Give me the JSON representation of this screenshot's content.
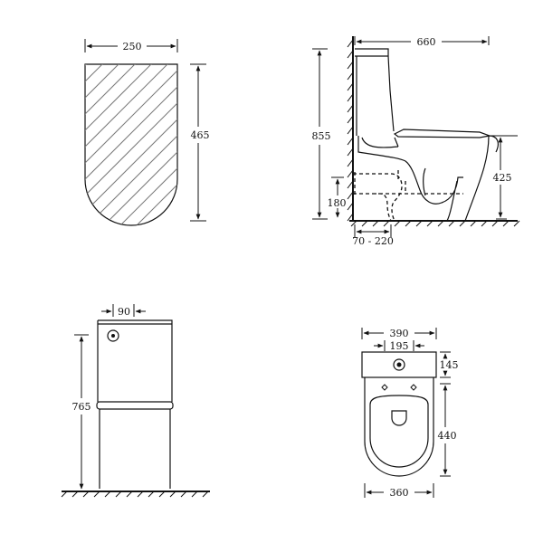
{
  "top_view": {
    "width": "250",
    "length": "465"
  },
  "side_view": {
    "depth": "660",
    "height": "855",
    "seat_height": "425",
    "outlet_height": "180",
    "outlet_range": "70 - 220"
  },
  "front_view": {
    "inlet_offset": "90",
    "height": "765"
  },
  "plan_view": {
    "tank_width": "390",
    "button_spacing": "195",
    "tank_depth": "145",
    "bowl_length": "440",
    "bowl_width": "360"
  }
}
